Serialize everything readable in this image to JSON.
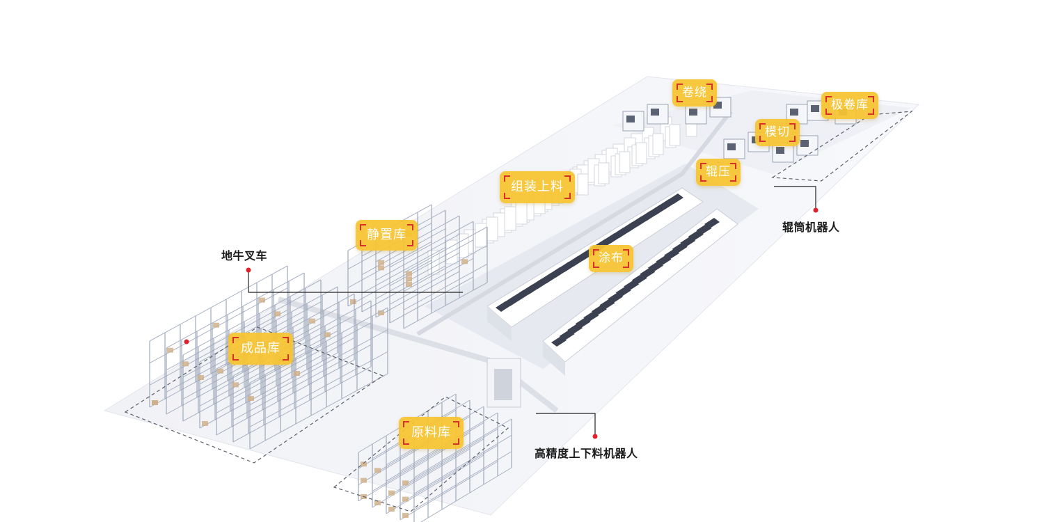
{
  "zones": [
    {
      "id": "juanrao",
      "label": "卷绕"
    },
    {
      "id": "jijuanku",
      "label": "极卷库"
    },
    {
      "id": "moqie",
      "label": "模切"
    },
    {
      "id": "gunya",
      "label": "辊压"
    },
    {
      "id": "zuzhuang",
      "label": "组装上料"
    },
    {
      "id": "jingzhiku",
      "label": "静置库"
    },
    {
      "id": "tubu",
      "label": "涂布"
    },
    {
      "id": "chengpinku",
      "label": "成品库"
    },
    {
      "id": "yuanliaoku",
      "label": "原料库"
    }
  ],
  "callouts": [
    {
      "id": "forklift",
      "label": "地牛叉车"
    },
    {
      "id": "roller-robot",
      "label": "辊筒机器人"
    },
    {
      "id": "loading-robot",
      "label": "高精度上下料机器人"
    }
  ],
  "colors": {
    "label_bg": "#f7c432",
    "label_text": "#ffffff",
    "bracket": "#d9302b",
    "leader": "#222222",
    "dot": "#e0202a"
  }
}
